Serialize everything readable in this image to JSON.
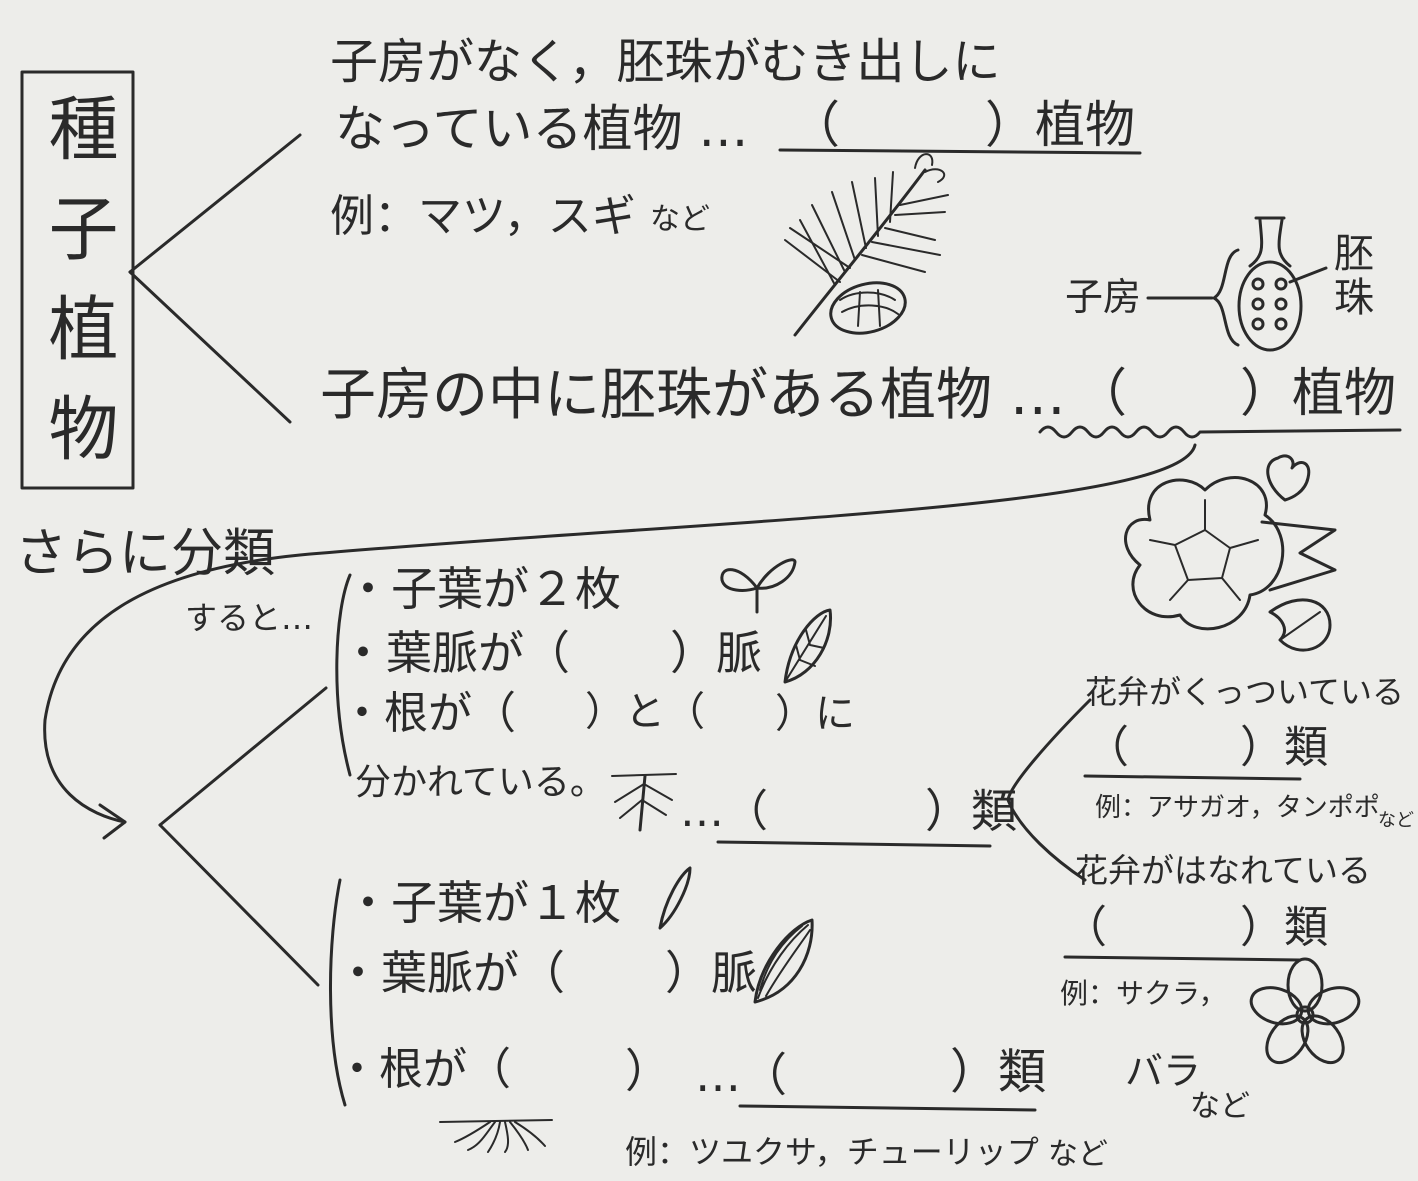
{
  "title": "種子植物",
  "gymnosperm": {
    "description_line1": "子房がなく，胚珠がむき出しに",
    "description_line2": "なっている植物 …",
    "blank_open": "（",
    "blank_close": "）植物",
    "example": "例：マツ，スギ",
    "example_suffix": "など"
  },
  "pistil_diagram": {
    "ovary_label": "子房",
    "ovule_label": "胚珠"
  },
  "angiosperm": {
    "description": "子房の中に胚珠がある植物 …",
    "blank_open": "（",
    "blank_close": "）植物"
  },
  "further": {
    "label": "さらに分類",
    "continuation": "すると…"
  },
  "dicot": {
    "cotyledon": "・子葉が２枚",
    "vein_open": "・葉脈が（",
    "vein_close": "）脈",
    "root_open": "・根が（",
    "root_middle": "）と（",
    "root_close": "）に",
    "root_line2": "分かれている。",
    "group_open": "…（",
    "group_close": "）類"
  },
  "sympetalous": {
    "condition": "花弁がくっついている",
    "blank_open": "（",
    "blank_close": "）類",
    "example": "例：アサガオ，タンポポ",
    "example_suffix": "など"
  },
  "choripetalous": {
    "condition": "花弁がはなれている",
    "blank_open": "（",
    "blank_close": "）類",
    "example_line1": "例：サクラ，",
    "example_line2": "バラ",
    "example_suffix": "など"
  },
  "monocot": {
    "cotyledon": "・子葉が１枚",
    "vein_open": "・葉脈が（",
    "vein_close": "）脈",
    "root_open": "・根が（",
    "root_close": "）",
    "group_open": "…（",
    "group_close": "）類",
    "example": "例：ツユクサ，チューリップ",
    "example_suffix": "など"
  },
  "colors": {
    "ink": "#2a2a2a",
    "paper": "#ededea"
  }
}
